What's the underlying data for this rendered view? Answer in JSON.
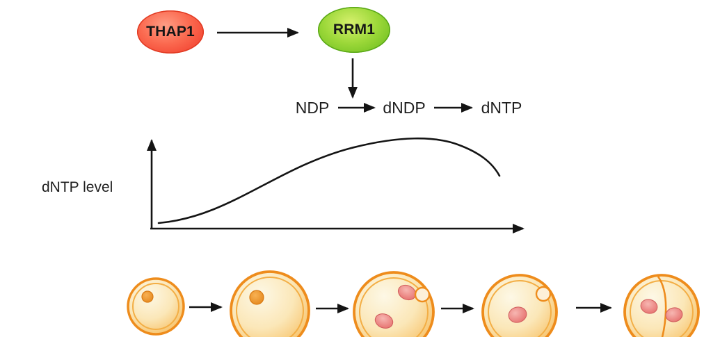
{
  "diagram": {
    "nodes": {
      "thap1": {
        "label": "THAP1",
        "shape": "ellipse",
        "fill": "#ef3526"
      },
      "rrm1": {
        "label": "RRM1",
        "shape": "ellipse",
        "fill": "#76c426"
      }
    },
    "reaction_steps": [
      "NDP",
      "dNDP",
      "dNTP"
    ],
    "colors": {
      "arrow": "#141414",
      "cell_membrane_orange": "#ee8c1c",
      "cell_cytoplasm_light": "#fdf6e0",
      "cell_cytoplasm_orange": "#f2a93e",
      "nucleolus_orange": "#e07f12",
      "nucleus_pink": "#e2605e"
    },
    "cell_stages": [
      {
        "name": "cell-stage-1-small-oocyte",
        "features": [
          "orange-nucleolus-dot"
        ]
      },
      {
        "name": "cell-stage-2-grown-oocyte",
        "features": [
          "orange-nucleolus-dot"
        ]
      },
      {
        "name": "cell-stage-3-oocyte",
        "features": [
          "two-pink-nuclei",
          "polar-body"
        ]
      },
      {
        "name": "cell-stage-4-zygote",
        "features": [
          "one-pink-nucleus",
          "polar-body"
        ]
      },
      {
        "name": "cell-stage-5-dividing-embryo",
        "features": [
          "two-pink-nuclei",
          "cleavage-furrow"
        ]
      }
    ]
  },
  "chart_data": {
    "type": "line",
    "title": "",
    "xlabel": "",
    "ylabel": "dNTP level",
    "legend": null,
    "grid": false,
    "axes_style": "unlabeled-arrow-axes",
    "description": "Qualitative curve: dNTP level rises during oocyte growth, peaks, then declines at the final stage",
    "x_normalized": [
      0.0,
      0.15,
      0.35,
      0.55,
      0.72,
      0.85,
      1.0
    ],
    "y_normalized": [
      0.05,
      0.12,
      0.45,
      0.82,
      0.98,
      0.93,
      0.6
    ]
  }
}
